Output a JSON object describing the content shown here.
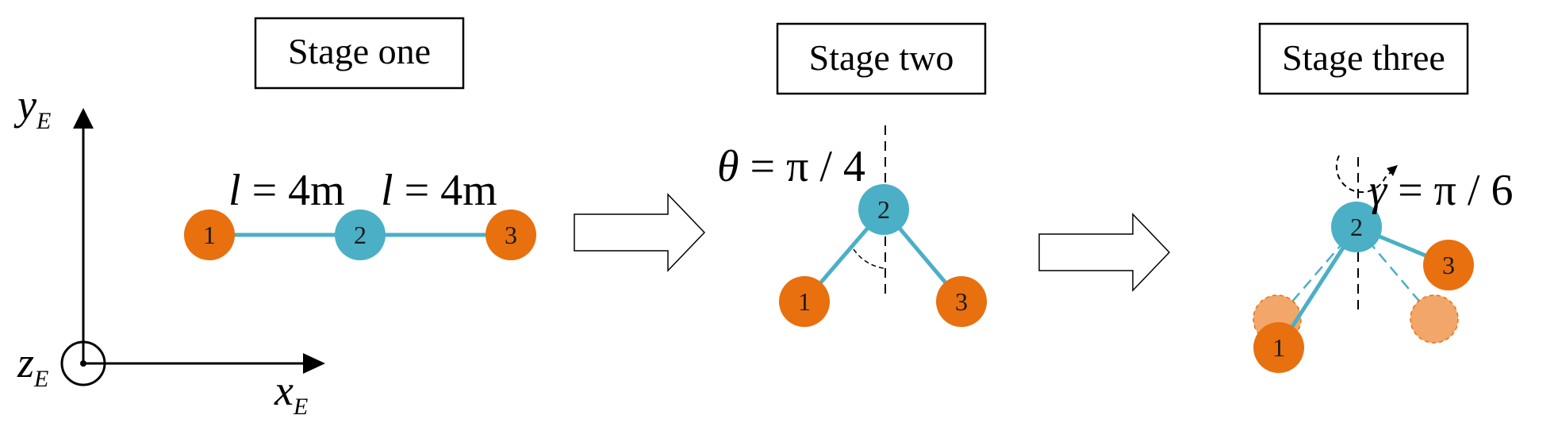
{
  "stages": [
    {
      "label": "Stage one"
    },
    {
      "label": "Stage two"
    },
    {
      "label": "Stage three"
    }
  ],
  "axes": {
    "y": {
      "main": "y",
      "sub": "E"
    },
    "x": {
      "main": "x",
      "sub": "E"
    },
    "z": {
      "main": "z",
      "sub": "E"
    }
  },
  "stage_one": {
    "link_labels": [
      {
        "symbol": "l",
        "rest": " = 4m"
      },
      {
        "symbol": "l",
        "rest": " = 4m"
      }
    ]
  },
  "stage_two": {
    "angle": {
      "symbol": "θ",
      "rest": " = π / 4"
    }
  },
  "stage_three": {
    "angle": {
      "symbol": "γ",
      "rest": " = π / 6"
    }
  },
  "nodes": {
    "n1": "1",
    "n2": "2",
    "n3": "3"
  },
  "colors": {
    "orange_node": "#E8700F",
    "blue_node": "#4BAFC6",
    "link": "#4BAFC6",
    "ghost_node": "#F2A66A"
  }
}
